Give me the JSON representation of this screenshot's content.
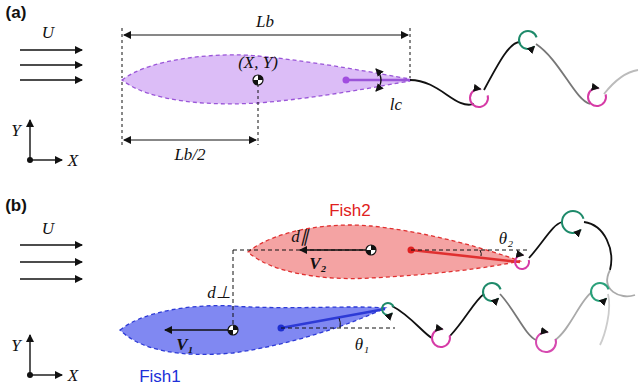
{
  "diagram": {
    "nodes": [
      {
        "text": [
          "(X, Y)"
        ]
      },
      {
        "text": [
          "Fish2",
          "V₂"
        ]
      },
      {
        "text": [
          "Fish1",
          "V₁"
        ]
      }
    ],
    "labels": [
      "(a)",
      "U",
      "Lb",
      "Lb/2",
      "lc",
      "Y",
      "X",
      "(b)",
      "U",
      "d∥",
      "d⊥",
      "θ₂",
      "θ₁",
      "Y",
      "X"
    ]
  }
}
